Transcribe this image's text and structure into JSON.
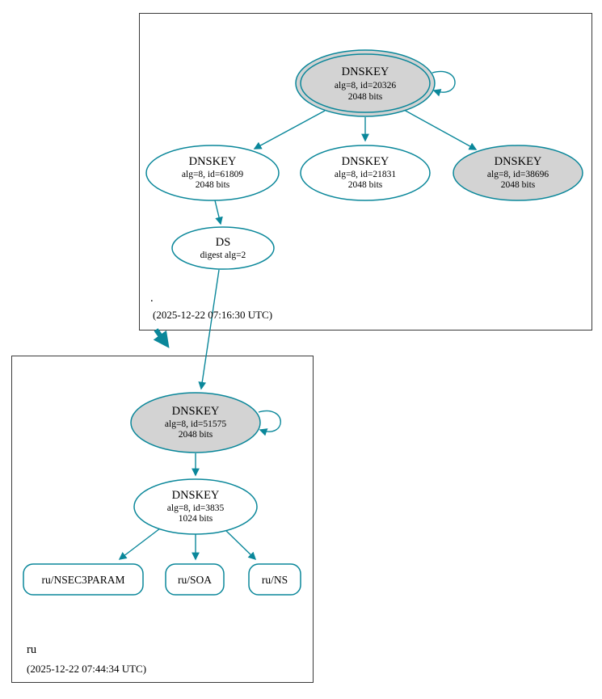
{
  "diagram": {
    "type": "dnssec-authentication-chain",
    "edge_color": "#0a879a",
    "node_gray_fill": "#d3d3d3",
    "background": "#ffffff"
  },
  "root_zone": {
    "label": ".",
    "timestamp": "(2025-12-22 07:16:30 UTC)",
    "ksk": {
      "title": "DNSKEY",
      "detail": "alg=8, id=20326",
      "bits": "2048 bits"
    },
    "zsk_left": {
      "title": "DNSKEY",
      "detail": "alg=8, id=61809",
      "bits": "2048 bits"
    },
    "zsk_mid": {
      "title": "DNSKEY",
      "detail": "alg=8, id=21831",
      "bits": "2048 bits"
    },
    "ksk_right": {
      "title": "DNSKEY",
      "detail": "alg=8, id=38696",
      "bits": "2048 bits"
    },
    "ds": {
      "title": "DS",
      "detail": "digest alg=2"
    }
  },
  "ru_zone": {
    "label": "ru",
    "timestamp": "(2025-12-22 07:44:34 UTC)",
    "ksk": {
      "title": "DNSKEY",
      "detail": "alg=8, id=51575",
      "bits": "2048 bits"
    },
    "zsk": {
      "title": "DNSKEY",
      "detail": "alg=8, id=3835",
      "bits": "1024 bits"
    },
    "rrsets": {
      "nsec3param": "ru/NSEC3PARAM",
      "soa": "ru/SOA",
      "ns": "ru/NS"
    }
  }
}
